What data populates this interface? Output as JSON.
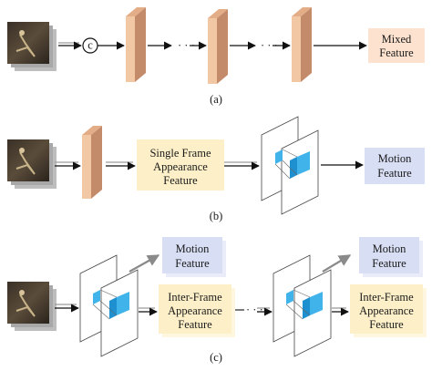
{
  "panels": [
    {
      "caption": "(a)",
      "concat_symbol": "c",
      "ellipsis_1": "· · ·",
      "ellipsis_2": "· · ·",
      "output": [
        "Mixed",
        "Feature"
      ]
    },
    {
      "caption": "(b)",
      "appearance": [
        "Single Frame",
        "Appearance",
        "Feature"
      ],
      "motion": [
        "Motion",
        "Feature"
      ]
    },
    {
      "caption": "(c)",
      "ellipsis": "· · ·",
      "blocks": [
        {
          "motion": [
            "Motion",
            "Feature"
          ],
          "appearance": [
            "Inter-Frame",
            "Appearance",
            "Feature"
          ]
        },
        {
          "motion": [
            "Motion",
            "Feature"
          ],
          "appearance": [
            "Inter-Frame",
            "Appearance",
            "Feature"
          ]
        }
      ]
    }
  ],
  "colors": {
    "conv_face": "#f2c7a4",
    "conv_side": "#c48b6a",
    "conv_top": "#e3ad88",
    "appearance_box": "#fdf0c9",
    "motion_box": "#d8def4",
    "output_box": "#fde3cf",
    "arrow": "#111111",
    "arrow_gray": "#9a9a9a",
    "cube_front": "#3fb3ea",
    "cube_side": "#1e8fcf"
  },
  "icons": [
    "video-frame-image",
    "concat-circle-icon",
    "conv-block",
    "correlation-plane"
  ]
}
